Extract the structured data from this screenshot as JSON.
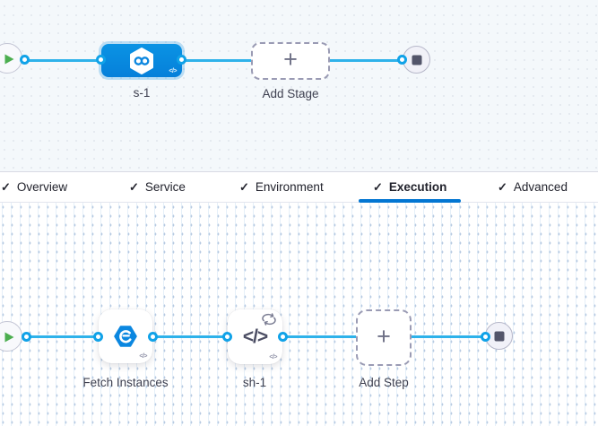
{
  "colors": {
    "flow_line": "#2eb2ea",
    "port_ring": "#10a2e8",
    "stage_blue": "#0689e2",
    "tab_underline": "#0376d2",
    "play_green": "#4cae4f",
    "stop_gray": "#53556a",
    "canvas_top_bg": "#f4f8fb",
    "canvas_bottom_bg": "#ffffff"
  },
  "tabs": {
    "check_glyph": "✓",
    "items": [
      {
        "label": "Overview",
        "checked": true,
        "active": false
      },
      {
        "label": "Service",
        "checked": true,
        "active": false
      },
      {
        "label": "Environment",
        "checked": true,
        "active": false
      },
      {
        "label": "Execution",
        "checked": true,
        "active": true
      },
      {
        "label": "Advanced",
        "checked": true,
        "active": false
      }
    ]
  },
  "stage_graph": {
    "stage": {
      "label": "s-1",
      "icon": "infinity-hexagon",
      "code_chip": "</>"
    },
    "add_stage": {
      "label": "Add Stage",
      "plus_glyph": "+"
    }
  },
  "execution_graph": {
    "steps": [
      {
        "label": "Fetch Instances",
        "icon": "fetch-instances-hexagon",
        "code_chip": "</>"
      },
      {
        "label": "sh-1",
        "icon": "shell-script-code",
        "glyph": "</>",
        "code_chip": "</>",
        "loop_badge": "looping-strategy"
      }
    ],
    "add_step": {
      "label": "Add Step",
      "plus_glyph": "+"
    }
  }
}
